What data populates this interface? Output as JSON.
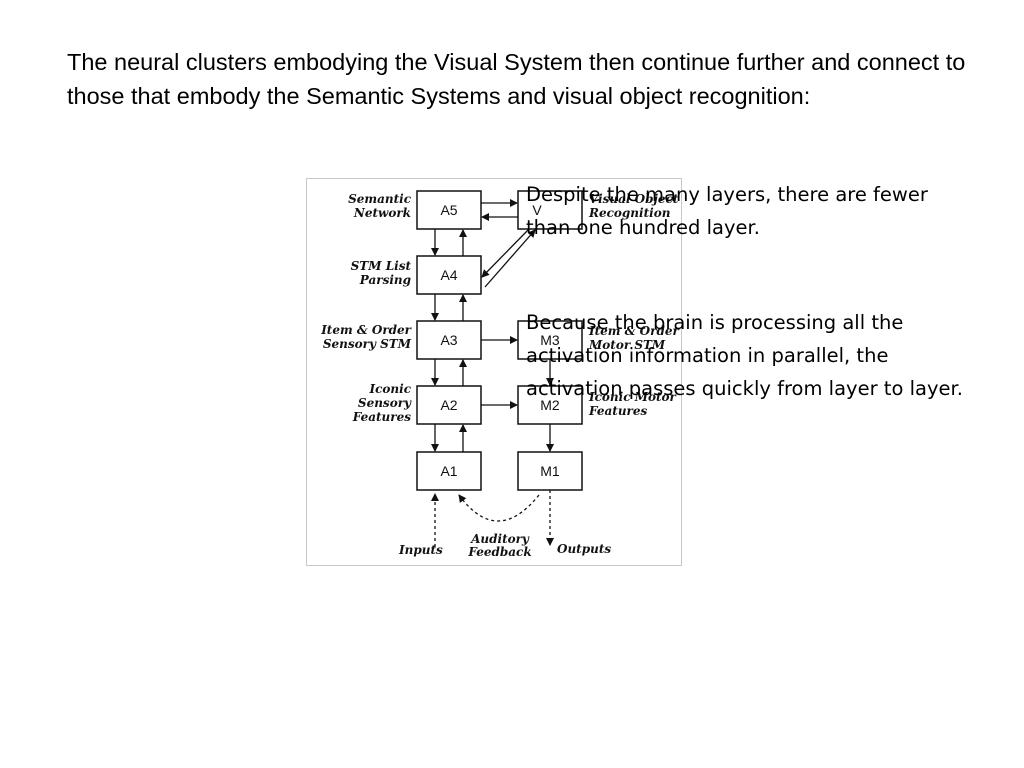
{
  "intro_text": "The neural clusters embodying the Visual System then continue further and connect to those that embody the Semantic Systems and visual object recognition:",
  "figure": {
    "boxes": {
      "a5": "A5",
      "a4": "A4",
      "a3": "A3",
      "a2": "A2",
      "a1": "A1",
      "v": "V",
      "m3": "M3",
      "m2": "M2",
      "m1": "M1"
    },
    "left_labels": {
      "semantic_1": "Semantic",
      "semantic_2": "Network",
      "stm_1": "STM List",
      "stm_2": "Parsing",
      "item_1": "Item & Order",
      "item_2": "Sensory STM",
      "iconic_1": "Iconic",
      "iconic_2": "Sensory",
      "iconic_3": "Features"
    },
    "right_labels": {
      "visual_1": "Visual Object",
      "visual_2": "Recognition",
      "motor_stm_1": "Item & Order",
      "motor_stm_2": "Motor STM",
      "iconic_motor_1": "Iconic Motor",
      "iconic_motor_2": "Features"
    },
    "bottom_labels": {
      "inputs": "Inputs",
      "auditory_1": "Auditory",
      "auditory_2": "Feedback",
      "outputs": "Outputs"
    }
  },
  "note_1": "Despite the many layers, there are fewer than one hundred layer.",
  "note_2": "Because the brain is processing all the activation information in parallel, the activation passes quickly from layer to layer."
}
